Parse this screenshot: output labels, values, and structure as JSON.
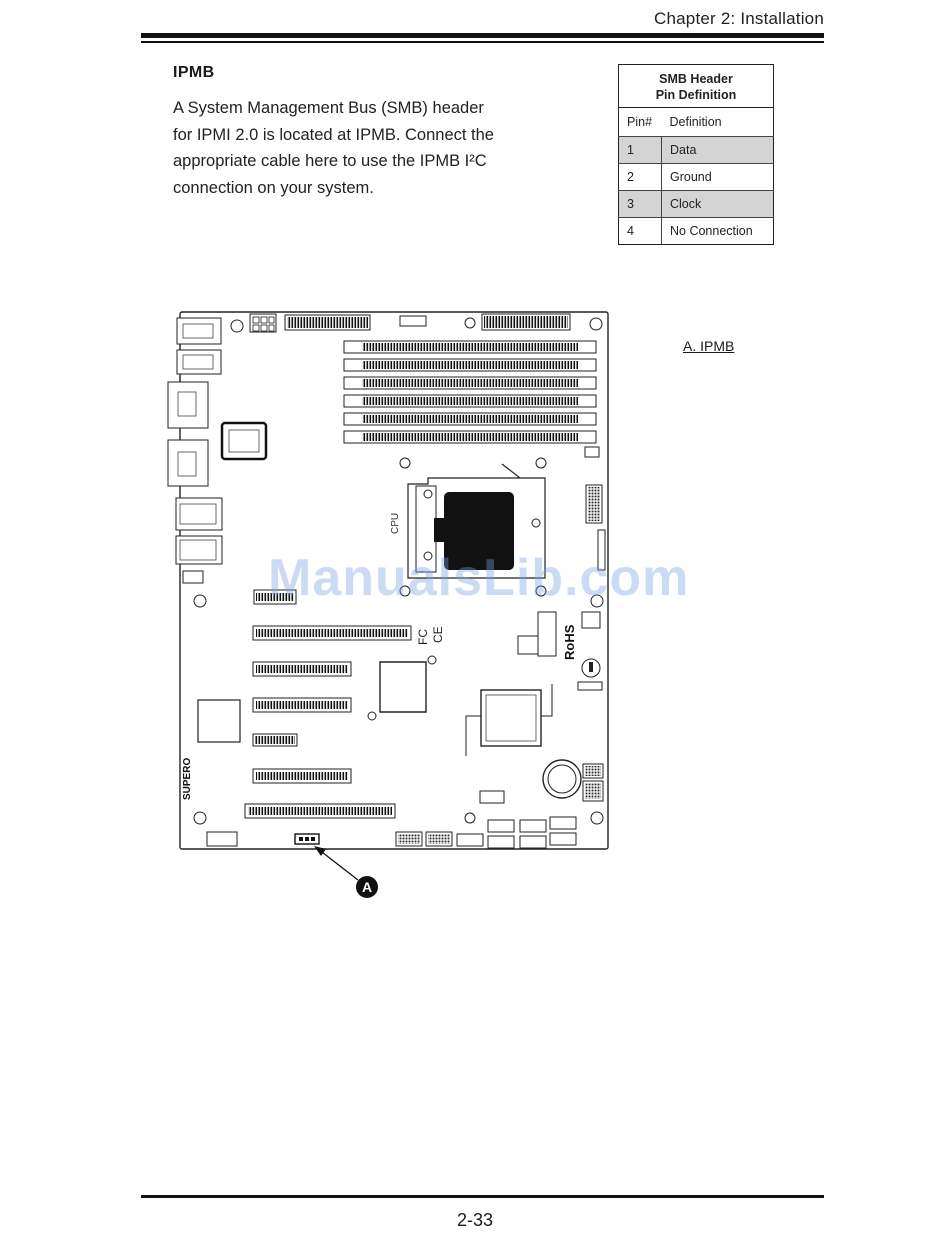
{
  "header": {
    "chapter": "Chapter 2: Installation"
  },
  "section": {
    "title": "IPMB",
    "paragraph_lines": [
      "A System Management Bus (SMB) header",
      "for IPMI 2.0 is located at IPMB. Connect the",
      "appropriate cable here to use the IPMB I²C",
      "connection on your system."
    ]
  },
  "pin_table": {
    "title_line1": "SMB Header",
    "title_line2": "Pin Definition",
    "col_pin": "Pin#",
    "col_def": "Definition",
    "rows": [
      {
        "pin": "1",
        "definition": "Data"
      },
      {
        "pin": "2",
        "definition": "Ground"
      },
      {
        "pin": "3",
        "definition": "Clock"
      },
      {
        "pin": "4",
        "definition": "No Connection"
      }
    ]
  },
  "diagram": {
    "callout_letter": "A",
    "legend": "A. IPMB",
    "board_texts": {
      "rohs": "RoHS",
      "cpu": "CPU",
      "fcc": "FC",
      "ce": "CE",
      "brand": "SUPERO"
    }
  },
  "watermark": "ManualsLib.com",
  "footer": {
    "page_number": "2-33"
  }
}
